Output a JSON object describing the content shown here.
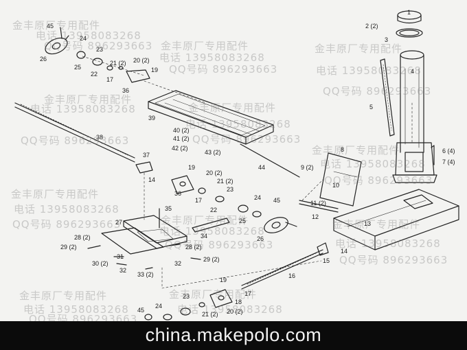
{
  "labels": {
    "l1": "1",
    "l2": "2 (2)",
    "l3": "3",
    "l4": "4",
    "l5": "5",
    "l6": "6 (4)",
    "l7": "7 (4)",
    "l8": "8",
    "l9": "9 (2)",
    "l10": "10",
    "l11": "11 (2)",
    "l12": "12",
    "l13": "13",
    "l14a": "14",
    "l14b": "14",
    "l15": "15",
    "l16": "16",
    "l17a": "17",
    "l17b": "17",
    "l17c": "17",
    "l18": "18",
    "l19a": "19",
    "l19b": "19",
    "l19c": "19",
    "l20a": "20 (2)",
    "l20b": "20 (2)",
    "l20c": "20 (2)",
    "l21a": "21 (2)",
    "l21b": "21 (2)",
    "l21c": "21 (2)",
    "l22a": "22",
    "l22b": "22",
    "l23a": "23",
    "l23b": "23",
    "l23c": "23",
    "l24a": "24",
    "l24b": "24",
    "l24c": "24",
    "l25a": "25",
    "l25b": "25",
    "l26a": "26",
    "l26b": "26",
    "l27": "27",
    "l28a": "28 (2)",
    "l28b": "28 (2)",
    "l29a": "29 (2)",
    "l29b": "29 (2)",
    "l30": "30 (2)",
    "l31": "31",
    "l32a": "32",
    "l32b": "32",
    "l33": "33 (2)",
    "l34": "34",
    "l35": "35",
    "l36a": "36",
    "l36b": "36",
    "l37": "37",
    "l38": "38",
    "l39": "39",
    "l40": "40 (2)",
    "l41": "41 (2)",
    "l42": "42 (2)",
    "l43": "43 (2)",
    "l44": "44",
    "l45a": "45",
    "l45b": "45",
    "l45c": "45"
  },
  "watermark": {
    "company": "金丰原厂专用配件",
    "phone": "电话 13958083268",
    "qq": "QQ号码 896293663"
  },
  "footer": {
    "site": "china.makepolo.com"
  },
  "colors": {
    "ink": "#222222",
    "paper": "#f3f3f1",
    "footer_bg": "#0b0b0b",
    "footer_text": "#f2f2f2"
  }
}
